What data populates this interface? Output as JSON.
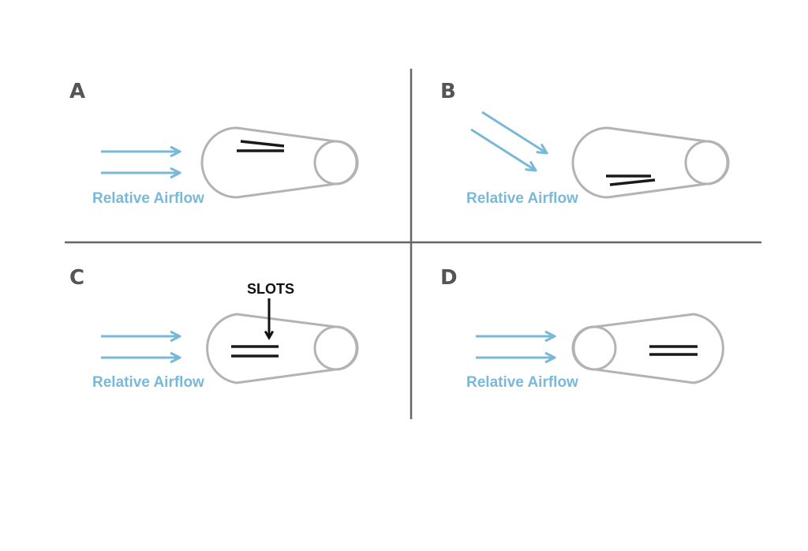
{
  "colors": {
    "airflow": "#7ab8d8",
    "outline": "#b3b3b3",
    "slot": "#1a1a1a",
    "divider": "#666666",
    "letter": "#555555"
  },
  "panels": {
    "a": {
      "letter": "A",
      "airflow_label": "Relative Airflow"
    },
    "b": {
      "letter": "B",
      "airflow_label": "Relative Airflow"
    },
    "c": {
      "letter": "C",
      "airflow_label": "Relative Airflow",
      "callout": "SLOTS"
    },
    "d": {
      "letter": "D",
      "airflow_label": "Relative Airflow"
    }
  }
}
